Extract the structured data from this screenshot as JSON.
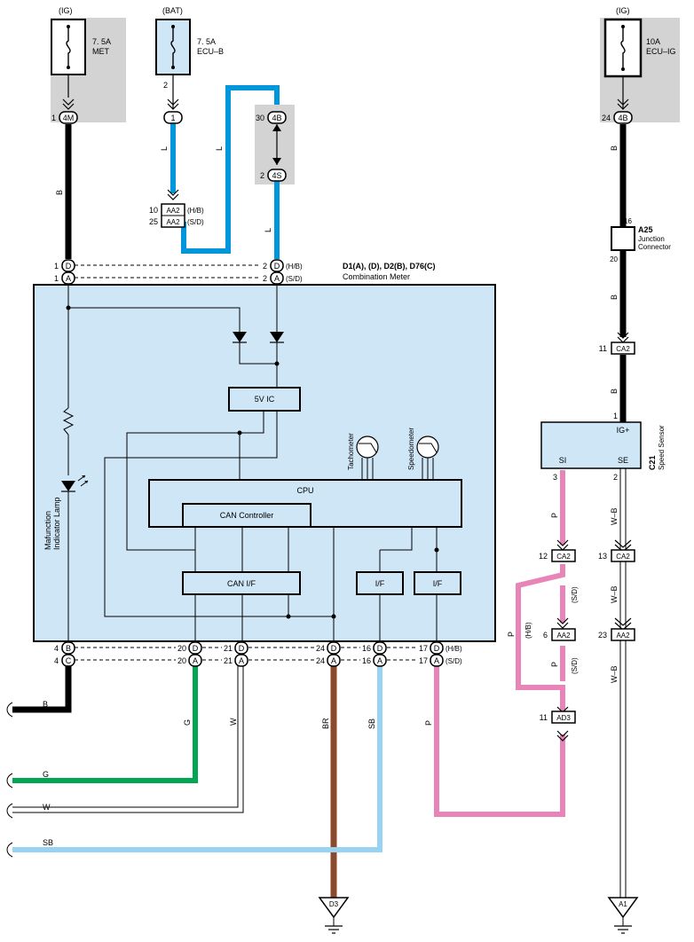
{
  "power": {
    "met": {
      "supply": "(IG)",
      "rating": "7. 5A",
      "name": "MET",
      "pin": "1",
      "connector": "4M"
    },
    "ecub": {
      "supply": "(BAT)",
      "rating": "7. 5A",
      "name": "ECU–B",
      "pin_top": "2",
      "connector": "1"
    },
    "ecuig": {
      "supply": "(IG)",
      "rating": "10A",
      "name": "ECU–IG",
      "pin": "24",
      "connector": "4B"
    }
  },
  "junction": {
    "upper_pin": "30",
    "upper_conn": "4B",
    "lower_pin": "2",
    "lower_conn": "4S"
  },
  "aa2_left": {
    "row1": {
      "pin": "10",
      "conn": "AA2",
      "variant": "(H/B)"
    },
    "row2": {
      "pin": "25",
      "conn": "AA2",
      "variant": "(S/D)"
    }
  },
  "wire_colors": {
    "b": "B",
    "l": "L",
    "g": "G",
    "w": "W",
    "br": "BR",
    "sb": "SB",
    "p": "P",
    "wb": "W–B"
  },
  "meter": {
    "title": "D1(A), (D), D2(B), D76(C)",
    "subtitle": "Combination Meter",
    "top_left": [
      {
        "pin": "1",
        "conn": "D"
      },
      {
        "pin": "1",
        "conn": "A"
      }
    ],
    "top_right": [
      {
        "pin": "2",
        "conn": "D",
        "variant": "(H/B)"
      },
      {
        "pin": "2",
        "conn": "A",
        "variant": "(S/D)"
      }
    ],
    "ic": "5V IC",
    "cpu": "CPU",
    "can_controller": "CAN Controller",
    "can_if": "CAN I/F",
    "if1": "I/F",
    "if2": "I/F",
    "tach": "Tachometer",
    "speedo": "Speedometer",
    "mil_line1": "Mafunction",
    "mil_line2": "Indicator Lamp",
    "bottom": [
      {
        "top_pin": "4",
        "top_conn": "B",
        "bot_pin": "4",
        "bot_conn": "C"
      },
      {
        "top_pin": "20",
        "top_conn": "D",
        "bot_pin": "20",
        "bot_conn": "A"
      },
      {
        "top_pin": "21",
        "top_conn": "D",
        "bot_pin": "21",
        "bot_conn": "A"
      },
      {
        "top_pin": "24",
        "top_conn": "D",
        "bot_pin": "24",
        "bot_conn": "A"
      },
      {
        "top_pin": "16",
        "top_conn": "D",
        "bot_pin": "16",
        "bot_conn": "A"
      },
      {
        "top_pin": "17",
        "top_conn": "D",
        "bot_pin": "17",
        "bot_conn": "A",
        "top_variant": "(H/B)",
        "bot_variant": "(S/D)"
      }
    ]
  },
  "right_side": {
    "a25_id": "A25",
    "a25_line1": "Junction",
    "a25_line2": "Connector",
    "a25_pin_top": "16",
    "a25_pin_bot": "20",
    "ca2_top": {
      "pin": "11",
      "conn": "CA2"
    },
    "sensor_pin_ig": "1",
    "sensor": {
      "ig": "IG+",
      "si": "SI",
      "se": "SE",
      "id": "C21",
      "name": "Speed Sensor",
      "pin_si": "3",
      "pin_se": "2"
    },
    "ca2_si": {
      "pin": "12",
      "conn": "CA2"
    },
    "ca2_se": {
      "pin": "13",
      "conn": "CA2"
    },
    "aa2_si": {
      "pin": "6",
      "conn": "AA2"
    },
    "aa2_se": {
      "pin": "23",
      "conn": "AA2"
    },
    "ad3": {
      "pin": "11",
      "conn": "AD3"
    },
    "variant_sd1": "(S/D)",
    "variant_hb": "(H/B)",
    "variant_sd2": "(S/D)"
  },
  "grounds": {
    "d3": "D3",
    "a1": "A1"
  }
}
